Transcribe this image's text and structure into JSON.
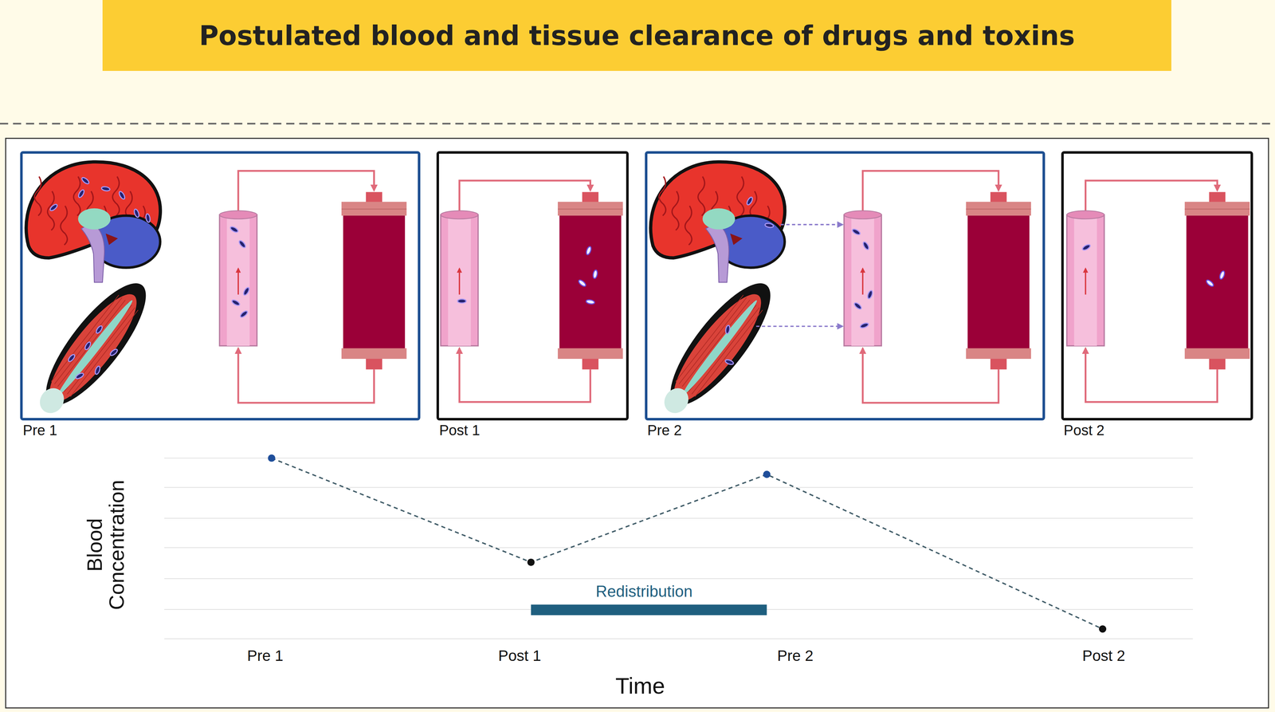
{
  "diagram": {
    "title": "Postulated blood and tissue clearance of drugs and toxins",
    "nodes": [
      {
        "text": [
          "Pre 1"
        ]
      },
      {
        "text": [
          "Post 1"
        ]
      },
      {
        "text": [
          "Pre 2"
        ]
      },
      {
        "text": [
          "Post 2"
        ]
      }
    ],
    "labels": [
      "Blood Concentration",
      "Pre 1",
      "Post 1",
      "Pre 2",
      "Post 2",
      "Redistribution",
      "Time"
    ]
  }
}
